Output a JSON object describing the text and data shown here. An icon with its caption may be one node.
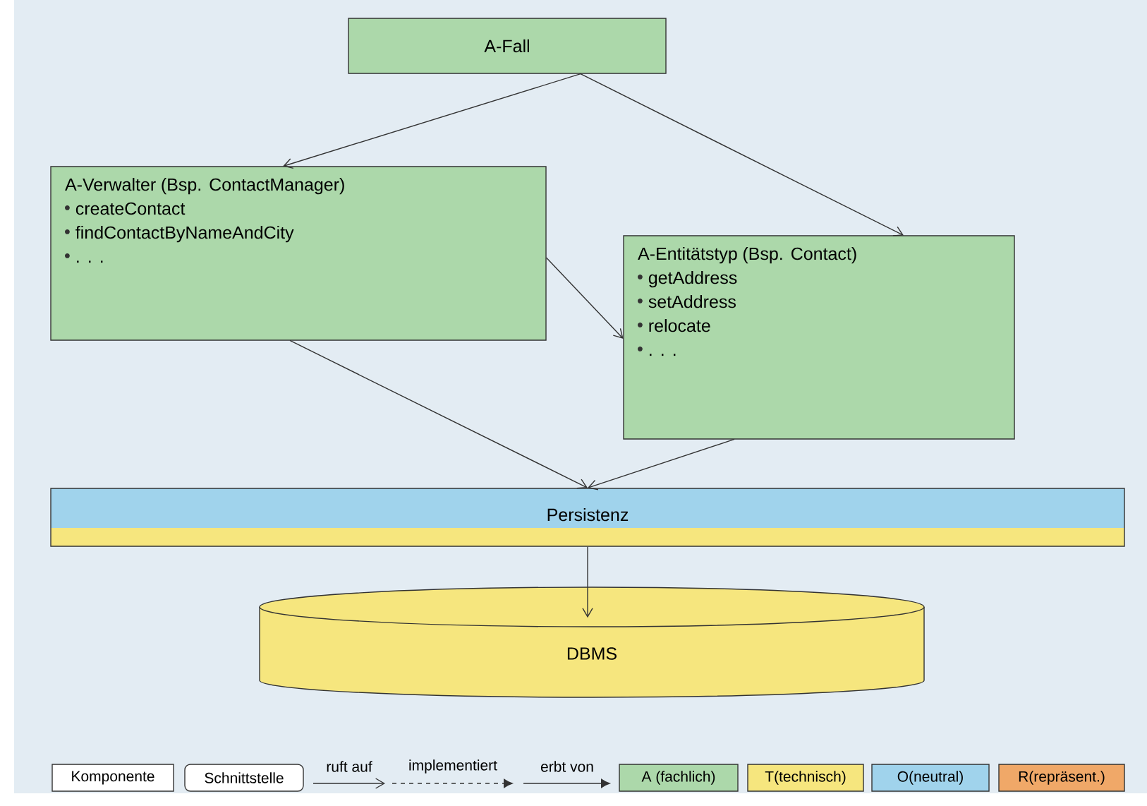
{
  "diagram": {
    "nodes": [
      {
        "text": [
          "A-Fall"
        ]
      },
      {
        "text": [
          "A-Verwalter (Bsp. ContactManager)",
          "createContact",
          "findContactByNameAndCity",
          ". . ."
        ]
      },
      {
        "text": [
          "A-Entitätstyp (Bsp. Contact)",
          "getAddress",
          "setAddress",
          "relocate",
          ". . ."
        ]
      },
      {
        "text": [
          "Persistenz"
        ]
      },
      {
        "text": [
          "DBMS"
        ]
      }
    ],
    "edges": [
      {
        "from": 0,
        "to": 1,
        "arrow": "to"
      },
      {
        "from": 0,
        "to": 2,
        "arrow": "to"
      },
      {
        "from": 1,
        "to": 2,
        "arrow": "to"
      },
      {
        "from": 1,
        "to": 3,
        "arrow": "to"
      },
      {
        "from": 2,
        "to": 3,
        "arrow": "to"
      },
      {
        "from": 3,
        "to": 4,
        "arrow": "to"
      }
    ],
    "legend": [
      {
        "text": "Komponente"
      },
      {
        "text": "Schnittstelle"
      },
      {
        "text": "ruft auf"
      },
      {
        "text": "implementiert"
      },
      {
        "text": "erbt von"
      },
      {
        "text": "A (fachlich)",
        "color": "#acd8aa"
      },
      {
        "text": "T(technisch)",
        "color": "#f6e67e"
      },
      {
        "text": "O(neutral)",
        "color": "#a0d3ec"
      },
      {
        "text": "R(repräsent.)",
        "color": "#f0a868"
      }
    ]
  }
}
